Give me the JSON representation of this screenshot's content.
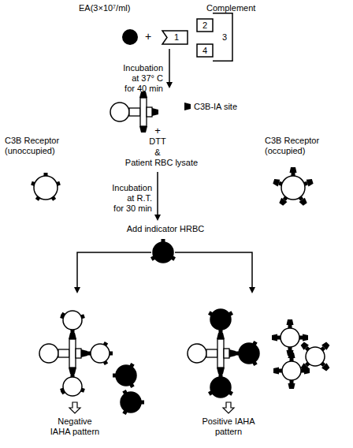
{
  "diagram": {
    "nodes": [
      {
        "text": [
          "1"
        ]
      },
      {
        "text": [
          "2"
        ]
      },
      {
        "text": [
          "3"
        ]
      },
      {
        "text": [
          "4"
        ]
      }
    ],
    "labels": [
      "EA(3×10⁷/ml)",
      "Complement",
      "+",
      "Incubation",
      "at 37° C",
      "for 40 min",
      "C3B-IA site",
      "+",
      "DTT",
      "&",
      "Patient RBC lysate",
      "C3B Receptor (unoccupied)",
      "C3B Receptor (occupied)",
      "Incubation",
      "at R.T.",
      "for 30 min",
      "Add indicator HRBC",
      "Negative IAHA pattern",
      "Positive IAHA pattern"
    ]
  }
}
